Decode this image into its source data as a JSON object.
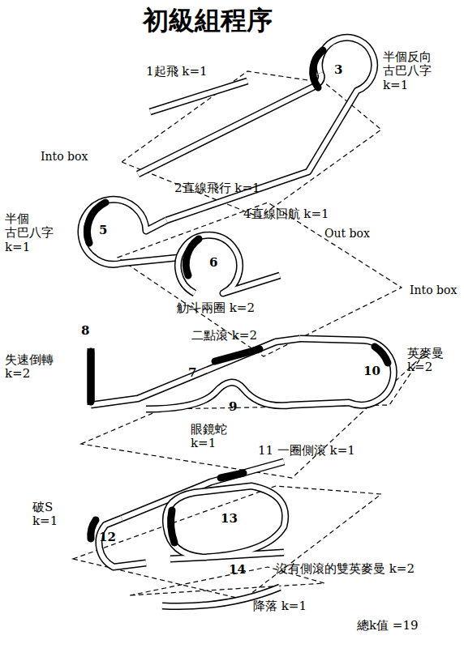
{
  "diagram": {
    "title": "初級組程序",
    "labels": [
      "1起飛 k=1",
      "3",
      "半個反向 古巴八字 k=1",
      "Into box",
      "2直線飛行 k=1",
      "半個 古巴八字 k=1",
      "5",
      "4直線回航 k=1",
      "Out box",
      "6",
      "Into box",
      "觔斗兩圈 k=2",
      "8",
      "失速倒轉 k=2",
      "7",
      "二點滾 k=2",
      "10",
      "英麥曼 k=2",
      "9",
      "眼鏡蛇 k=1",
      "11 一圈側滾 k=1",
      "破S k=1",
      "12",
      "13",
      "沒有側滾的雙英麥曼 k=2",
      "14",
      "降落 k=1",
      "總k值 =19"
    ]
  }
}
